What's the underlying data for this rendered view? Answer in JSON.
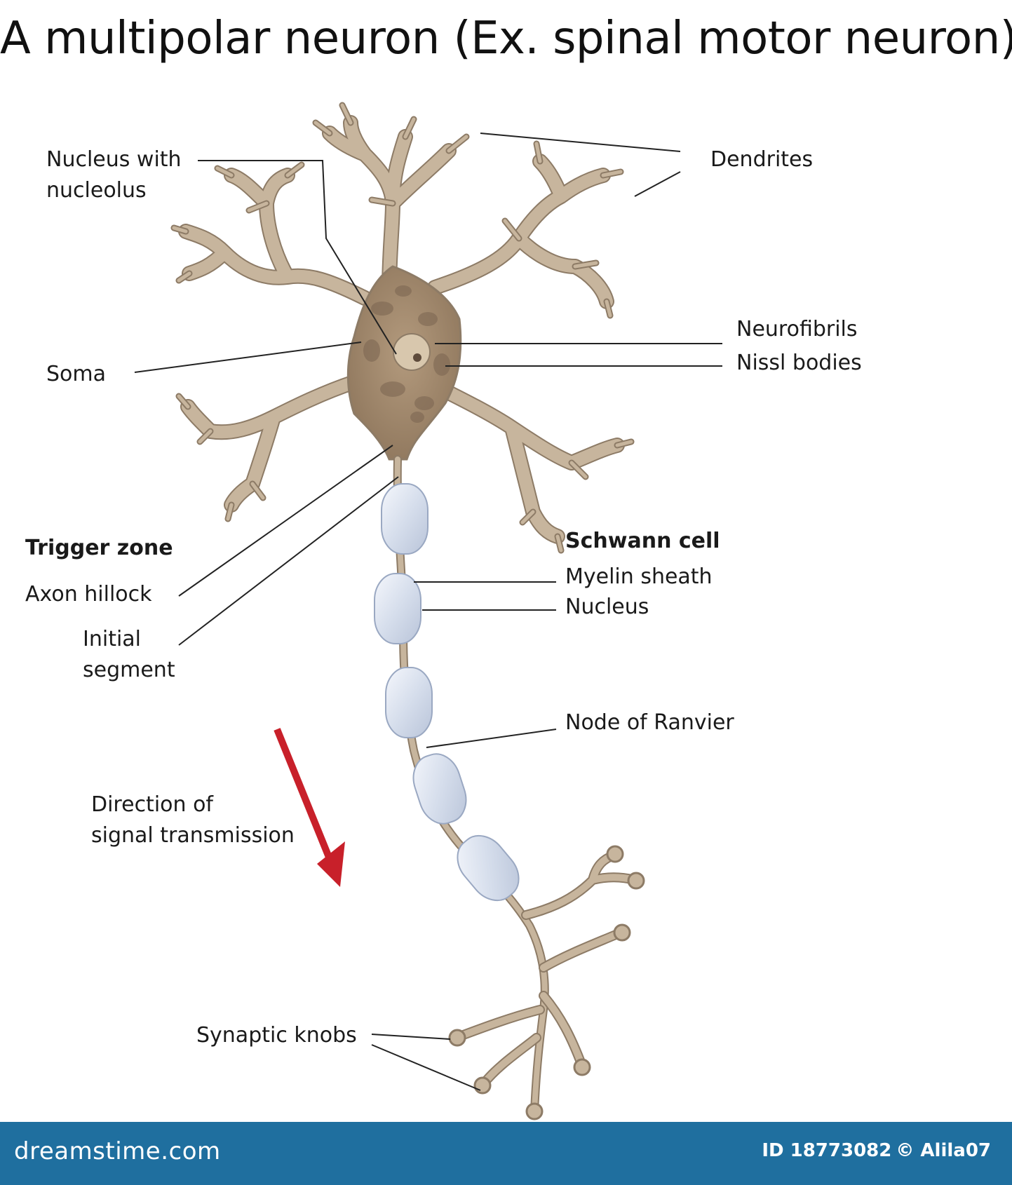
{
  "title": "A multipolar neuron (Ex. spinal motor neuron)",
  "labels": {
    "nucleus_line1": "Nucleus with",
    "nucleus_line2": "nucleolus",
    "dendrites": "Dendrites",
    "neurofibrils": "Neurofibrils",
    "nissl": "Nissl bodies",
    "soma": "Soma",
    "trigger_zone": "Trigger zone",
    "axon_hillock": "Axon hillock",
    "initial_line1": "Initial",
    "initial_line2": "segment",
    "schwann_cell": "Schwann cell",
    "myelin_sheath": "Myelin sheath",
    "nucleus": "Nucleus",
    "node_ranvier": "Node of Ranvier",
    "direction_line1": "Direction of",
    "direction_line2": "signal transmission",
    "synaptic_knobs": "Synaptic knobs"
  },
  "footer": {
    "brand": "dreamstime.com",
    "id_label": "ID 18773082",
    "credit": "© Alila07"
  },
  "colors": {
    "neuron": "#c7b59d",
    "neuron_outline": "#8d7b66",
    "soma_dark": "#9c8469",
    "myelin": "#dde4f0",
    "arrow": "#c8202a",
    "footer_bg": "#1f6f9f"
  }
}
